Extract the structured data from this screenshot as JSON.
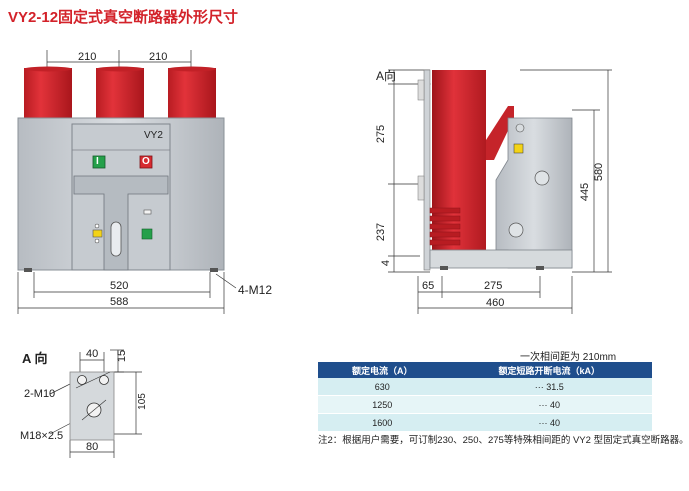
{
  "title": "VY2-12固定式真空断路器外形尺寸",
  "front_view": {
    "nameplate": "VY2",
    "btn_close": "I",
    "btn_open": "O",
    "dims": {
      "pole_spacing_1": "210",
      "pole_spacing_2": "210",
      "width_inner": "520",
      "width_total": "588",
      "holes": "4-M12"
    }
  },
  "side_view": {
    "view_label": "A向",
    "dims": {
      "h_upper": "275",
      "h_lower": "237",
      "h_base": "4",
      "h_mid": "445",
      "h_total": "580",
      "d_offset": "65",
      "d_pitch": "275",
      "d_total": "460"
    }
  },
  "detail_view": {
    "view_label": "A 向",
    "dims": {
      "w_top": "40",
      "h_top": "15",
      "h_side": "105",
      "w_bottom": "80",
      "bolt_small": "2-M10",
      "bolt_large": "M18×2.5"
    }
  },
  "spacing_note": "一次相间距为 210mm",
  "table": {
    "headers": [
      "额定电流（A）",
      "额定短路开断电流（kA）"
    ],
    "rows": [
      [
        "630",
        "··· 31.5"
      ],
      [
        "1250",
        "··· 40"
      ],
      [
        "1600",
        "··· 40"
      ]
    ]
  },
  "note": "注2：根据用户需要，可订制230、250、275等特殊相间距的 VY2 型固定式真空断路器。",
  "colors": {
    "title": "#d3222a",
    "pole_red": "#d1252b",
    "table_header": "#1f4e8c",
    "table_row": "#d6eef2"
  }
}
